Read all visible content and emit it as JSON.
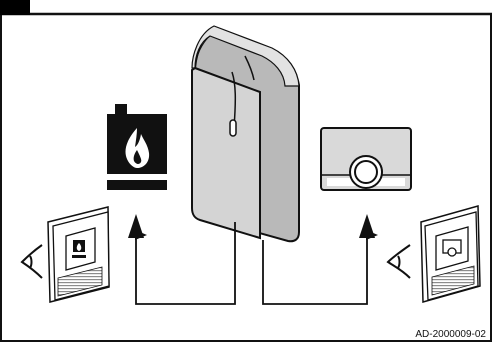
{
  "figure": {
    "code": "AD-2000009-02",
    "colors": {
      "frame": "#111111",
      "header_tab": "#000000",
      "device_body": "#cfcfcf",
      "device_shadow": "#b5b5b5",
      "device_outline": "#111111",
      "panel_face": "#d9d9d9",
      "page_fill": "#ffffff",
      "hatch": "#9a9a9a"
    }
  },
  "elements": {
    "boiler_icon": "flame-in-boiler-icon",
    "central_unit": "wall-mounted-control-unit",
    "room_control": "room-thermostat-panel",
    "manual_left": "boiler-manual-booklet",
    "manual_right": "thermostat-manual-booklet",
    "eye_left": "eye-icon",
    "eye_right": "eye-icon"
  }
}
